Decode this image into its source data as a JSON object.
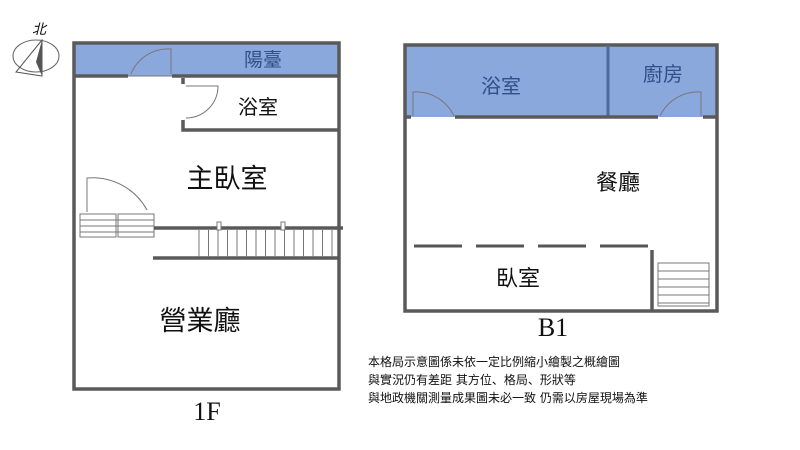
{
  "compass": {
    "label": "北"
  },
  "floor_1f": {
    "title": "1F",
    "rooms": {
      "balcony": "陽臺",
      "bathroom": "浴室",
      "master_bedroom": "主臥室",
      "business_hall": "營業廳"
    }
  },
  "floor_b1": {
    "title": "B1",
    "rooms": {
      "bathroom": "浴室",
      "kitchen": "廚房",
      "dining_room": "餐廳",
      "bedroom": "臥室"
    }
  },
  "colors": {
    "highlight": "#8ba8dc",
    "wall": "#5a5a5a"
  },
  "disclaimer": [
    "本格局示意圖係未依一定比例縮小繪製之概繪圖",
    "與實況仍有差距 其方位、格局、形狀等",
    "與地政機關測量成果圖未必一致 仍需以房屋現場為準"
  ]
}
